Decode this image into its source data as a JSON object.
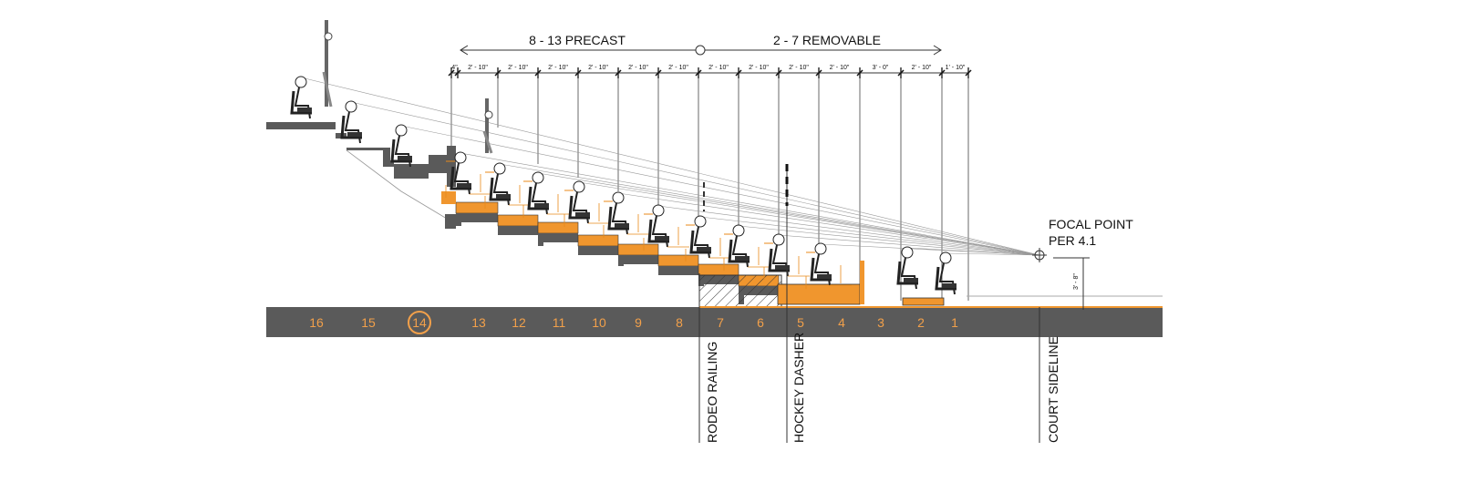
{
  "header": {
    "precast_label": "8 - 13 PRECAST",
    "removable_label": "2 - 7 REMOVABLE"
  },
  "dimensions": [
    "4\"",
    "2' - 10\"",
    "2' - 10\"",
    "2' - 10\"",
    "2' - 10\"",
    "2' - 10\"",
    "2' - 10\"",
    "2' - 10\"",
    "2' - 10\"",
    "2' - 10\"",
    "2' - 10\"",
    "3' - 0\"",
    "2' - 10\"",
    "1' - 10\""
  ],
  "rows": [
    "16",
    "15",
    "14",
    "13",
    "12",
    "11",
    "10",
    "9",
    "8",
    "7",
    "6",
    "5",
    "4",
    "3",
    "2",
    "1"
  ],
  "highlighted_row": "14",
  "focal_point": {
    "line1": "FOCAL POINT",
    "line2": "PER 4.1",
    "height": "3' - 8\""
  },
  "vertical_labels": {
    "rodeo": "RODEO RAILING",
    "hockey": "HOCKEY DASHER",
    "court": "COURT SIDELINE"
  },
  "colors": {
    "orange": "#f0962e",
    "dark": "#5a5a5a",
    "row_text": "#f2a04a"
  }
}
